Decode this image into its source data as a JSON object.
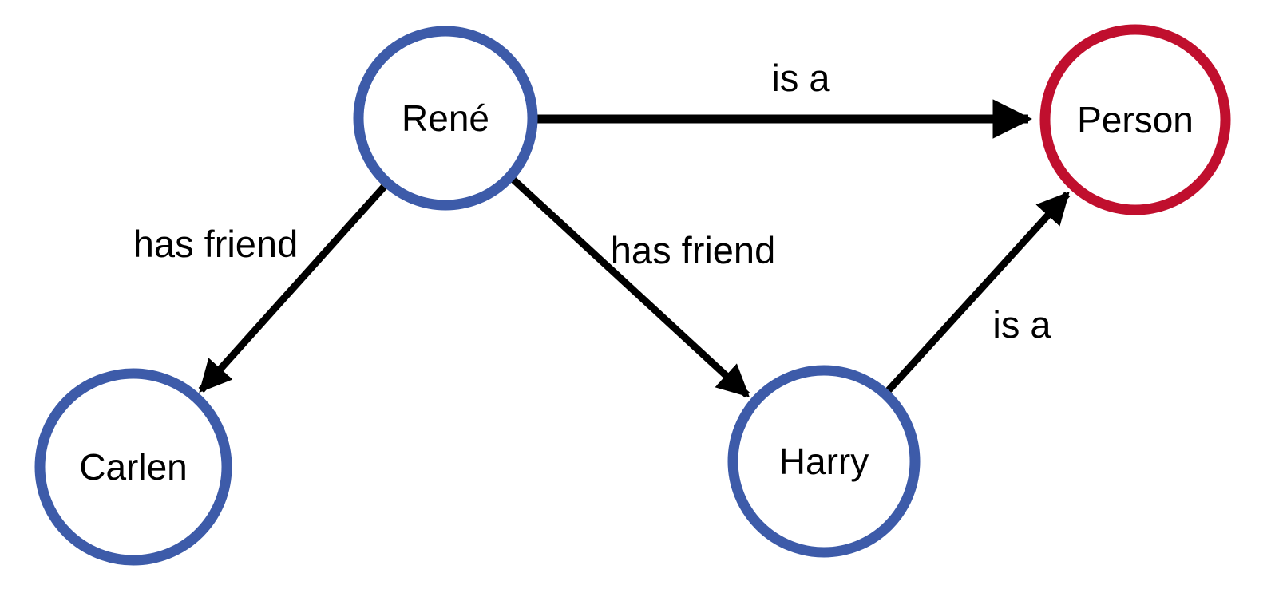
{
  "diagram": {
    "title": "",
    "type": "directed-graph",
    "colors": {
      "node_person_border": "#C00F2E",
      "node_default_border": "#3D5BA9",
      "edge": "#000000",
      "text": "#000000",
      "background": "#FFFFFF"
    },
    "nodes": [
      {
        "id": "rene",
        "label": "René",
        "border_color": "#3D5BA9"
      },
      {
        "id": "person",
        "label": "Person",
        "border_color": "#C00F2E"
      },
      {
        "id": "carlen",
        "label": "Carlen",
        "border_color": "#3D5BA9"
      },
      {
        "id": "harry",
        "label": "Harry",
        "border_color": "#3D5BA9"
      }
    ],
    "edges": [
      {
        "from": "René",
        "to": "Person",
        "label": "is a"
      },
      {
        "from": "René",
        "to": "Carlen",
        "label": "has friend"
      },
      {
        "from": "René",
        "to": "Harry",
        "label": "has friend"
      },
      {
        "from": "Harry",
        "to": "Person",
        "label": "is a"
      }
    ]
  }
}
